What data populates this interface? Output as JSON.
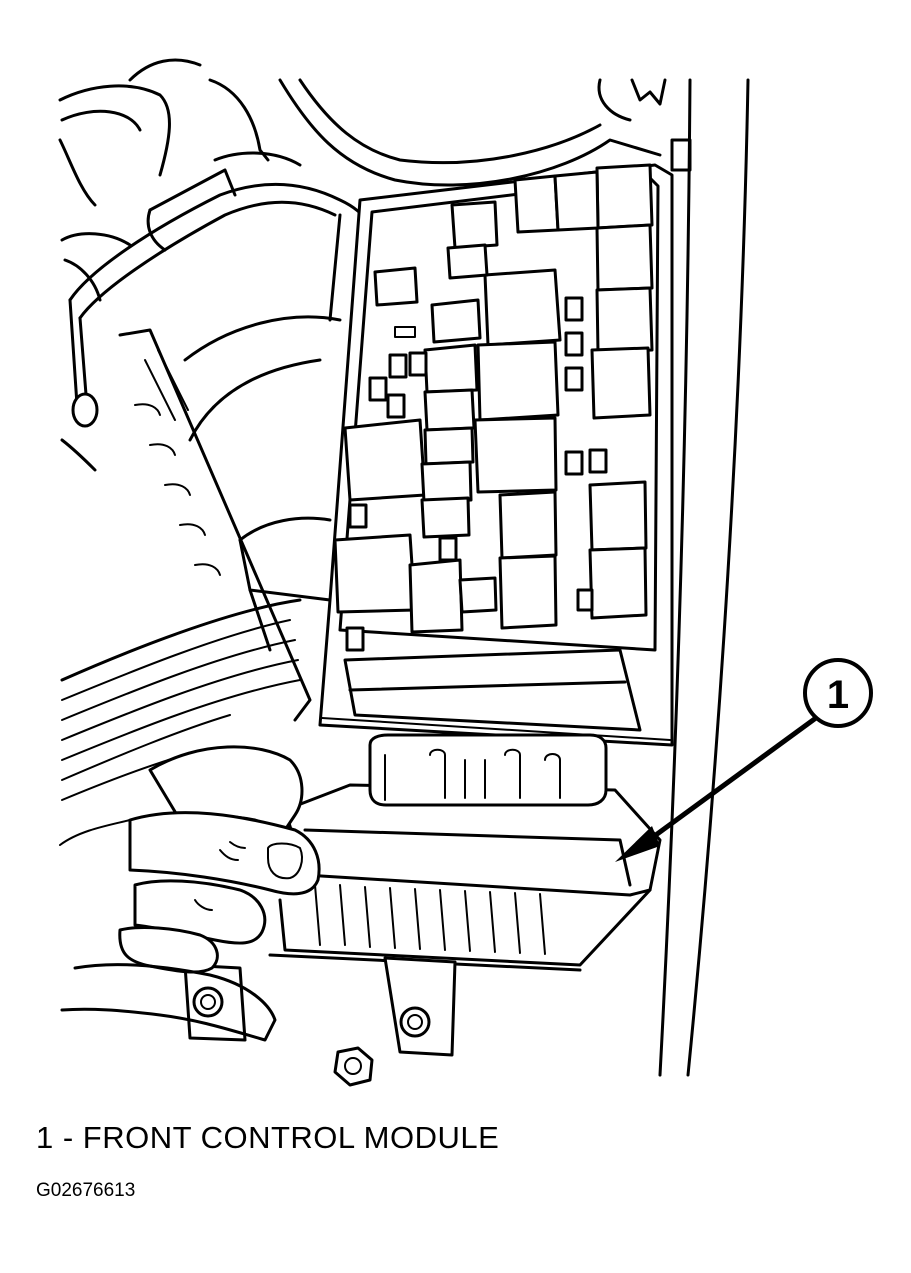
{
  "figure": {
    "callout_number": "1",
    "caption": "1 - FRONT CONTROL MODULE",
    "figure_id": "G02676613"
  }
}
